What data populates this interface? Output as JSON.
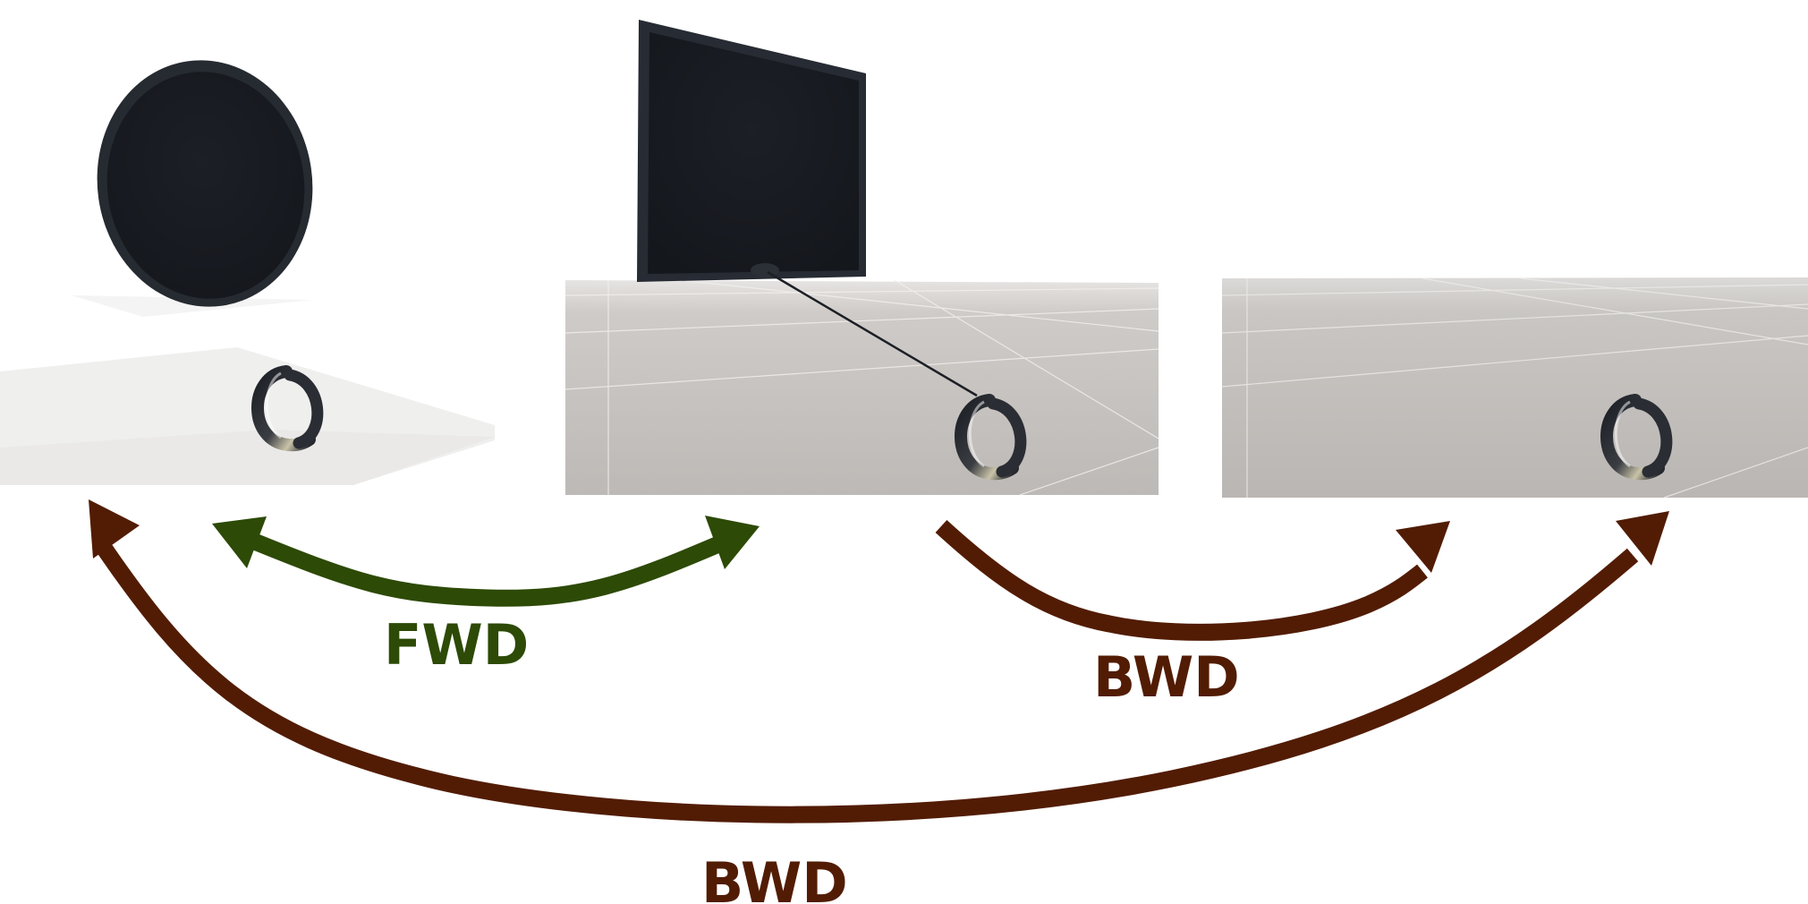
{
  "labels": {
    "fwd": "FWD",
    "bwd_short": "BWD",
    "bwd_long": "BWD"
  },
  "colors": {
    "fwd_arrow": "#2d4a06",
    "bwd_arrow": "#521c04",
    "screen": "#1a1d23",
    "ground": "#c6c2bf"
  },
  "panels": [
    {
      "name": "panel-ellipse-screen",
      "screen_shape": "ellipse"
    },
    {
      "name": "panel-quad-screen",
      "screen_shape": "quadrilateral",
      "connector_line": true
    },
    {
      "name": "panel-no-screen",
      "screen_shape": "none"
    }
  ]
}
